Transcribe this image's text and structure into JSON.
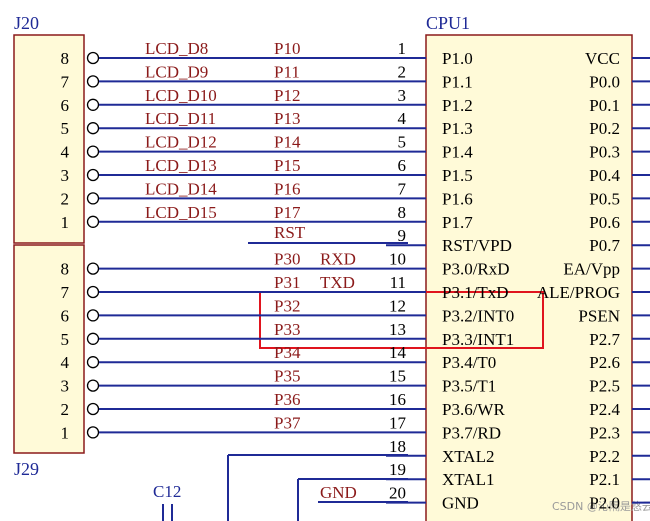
{
  "cpu": {
    "designator": "CPU1",
    "left_pins": [
      {
        "num": "1",
        "name": "P1.0"
      },
      {
        "num": "2",
        "name": "P1.1"
      },
      {
        "num": "3",
        "name": "P1.2"
      },
      {
        "num": "4",
        "name": "P1.3"
      },
      {
        "num": "5",
        "name": "P1.4"
      },
      {
        "num": "6",
        "name": "P1.5"
      },
      {
        "num": "7",
        "name": "P1.6"
      },
      {
        "num": "8",
        "name": "P1.7"
      },
      {
        "num": "9",
        "name": "RST/VPD"
      },
      {
        "num": "10",
        "name": "P3.0/RxD"
      },
      {
        "num": "11",
        "name": "P3.1/TxD"
      },
      {
        "num": "12",
        "name": "P3.2/INT0"
      },
      {
        "num": "13",
        "name": "P3.3/INT1"
      },
      {
        "num": "14",
        "name": "P3.4/T0"
      },
      {
        "num": "15",
        "name": "P3.5/T1"
      },
      {
        "num": "16",
        "name": "P3.6/WR"
      },
      {
        "num": "17",
        "name": "P3.7/RD"
      },
      {
        "num": "18",
        "name": "XTAL2"
      },
      {
        "num": "19",
        "name": "XTAL1"
      },
      {
        "num": "20",
        "name": "GND"
      }
    ],
    "right_pins": [
      "VCC",
      "P0.0",
      "P0.1",
      "P0.2",
      "P0.3",
      "P0.4",
      "P0.5",
      "P0.6",
      "P0.7",
      "EA/Vpp",
      "ALE/PROG",
      "PSEN",
      "P2.7",
      "P2.6",
      "P2.5",
      "P2.4",
      "P2.3",
      "P2.2",
      "P2.1",
      "P2.0"
    ]
  },
  "j20": {
    "designator": "J20",
    "pins": [
      "8",
      "7",
      "6",
      "5",
      "4",
      "3",
      "2",
      "1"
    ],
    "lcd_labels": [
      "LCD_D8",
      "LCD_D9",
      "LCD_D10",
      "LCD_D11",
      "LCD_D12",
      "LCD_D13",
      "LCD_D14",
      "LCD_D15"
    ],
    "port_labels": [
      "P10",
      "P11",
      "P12",
      "P13",
      "P14",
      "P15",
      "P16",
      "P17"
    ]
  },
  "rst_label": "RST",
  "j29": {
    "designator": "J29",
    "pins": [
      "8",
      "7",
      "6",
      "5",
      "4",
      "3",
      "2",
      "1"
    ],
    "port_labels": [
      "P30",
      "P31",
      "P32",
      "P33",
      "P34",
      "P35",
      "P36",
      "P37"
    ],
    "extra_labels": [
      "RXD",
      "TXD"
    ]
  },
  "c12_label": "C12",
  "gnd_label": "GND",
  "highlight_color": "#e0141e",
  "watermark": "CSDN @沁隔是悠云"
}
